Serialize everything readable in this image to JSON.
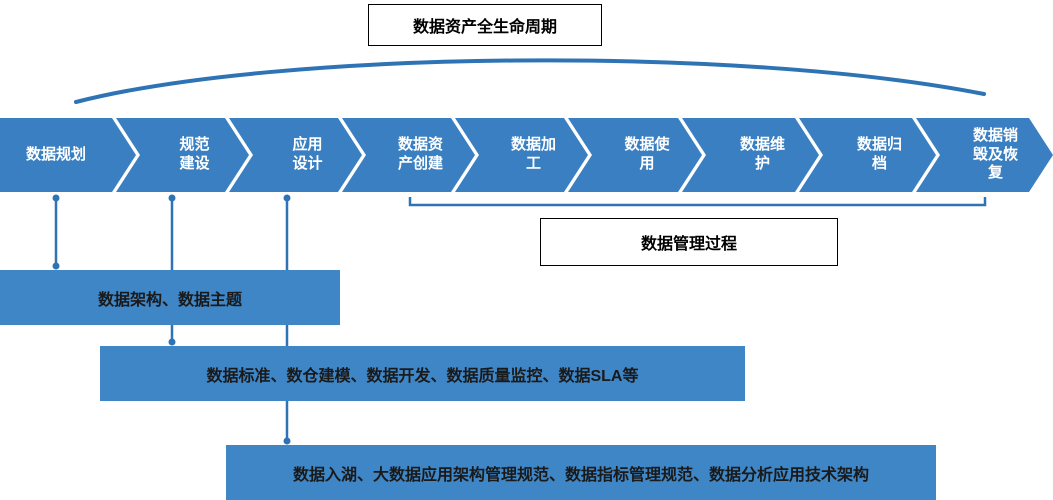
{
  "title": "数据资产全生命周期",
  "process": {
    "steps": [
      {
        "label": "数据规划"
      },
      {
        "label": "规范\n建设"
      },
      {
        "label": "应用\n设计"
      },
      {
        "label": "数据资\n产创建"
      },
      {
        "label": "数据加\n工"
      },
      {
        "label": "数据使\n用"
      },
      {
        "label": "数据维\n护"
      },
      {
        "label": "数据归\n档"
      },
      {
        "label": "数据销\n毁及恢\n复"
      }
    ]
  },
  "management": {
    "label": "数据管理过程"
  },
  "detail_bars": [
    {
      "label": "数据架构、数据主题"
    },
    {
      "label": "数据标准、数仓建模、数据开发、数据质量监控、数据SLA等"
    },
    {
      "label": "数据入湖、大数据应用架构管理规范、数据指标管理规范、数据分析应用技术架构"
    }
  ],
  "colors": {
    "chevron": "#3a7fc1",
    "bar": "#3f86c6",
    "line": "#2e74b5",
    "chevron_text": "#ffffff",
    "bar_text": "#1a1a1a"
  }
}
